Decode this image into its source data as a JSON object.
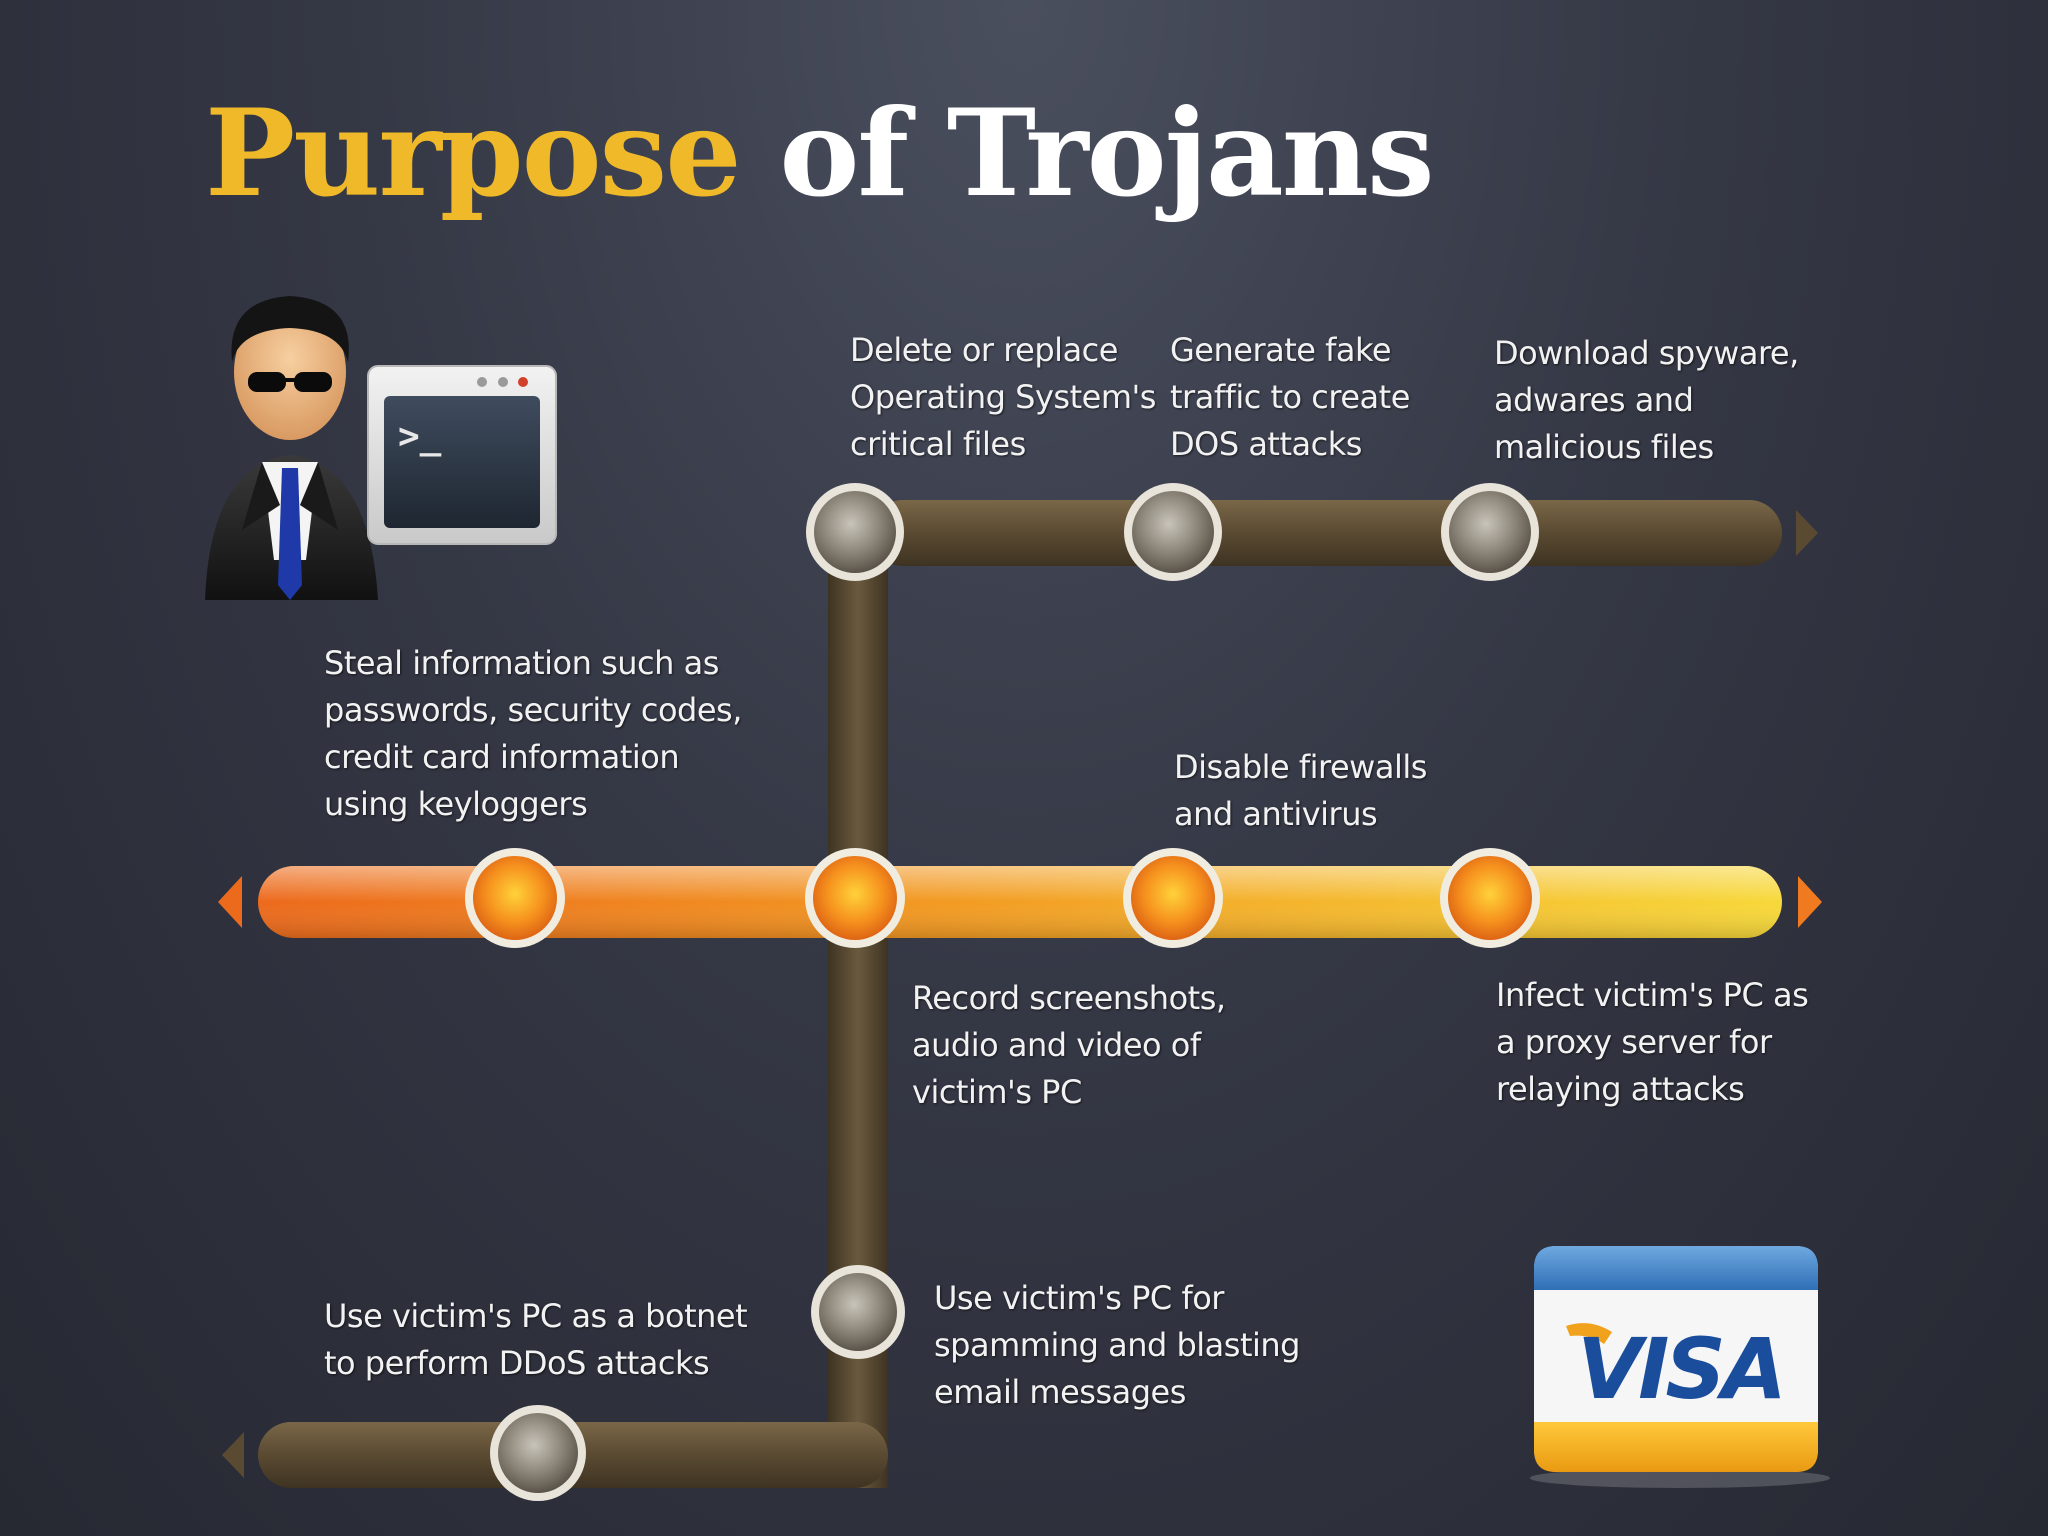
{
  "title": {
    "part1": "Purpose",
    "part2": "of Trojans"
  },
  "colors": {
    "accent": "#f0b929",
    "orange": "#ef7a1e",
    "yellow": "#f5d030",
    "track_brown": "#5e4e36",
    "node_gray": "#8a8680"
  },
  "icons": {
    "hacker": "hacker-avatar-icon",
    "terminal": "terminal-window-icon",
    "card": "visa-card-icon"
  },
  "terminal": {
    "prompt": ">_"
  },
  "card": {
    "brand": "VISA"
  },
  "labels": {
    "delete_files": "Delete or replace\nOperating System's\ncritical files",
    "fake_traffic": "Generate fake\ntraffic to create\nDOS attacks",
    "spyware": "Download spyware,\nadwares and\nmalicious files",
    "steal_info": "Steal information such as\npasswords, security codes,\ncredit card information\nusing keyloggers",
    "disable_firewall": "Disable firewalls\nand antivirus",
    "record": "Record screenshots,\naudio and video of\nvictim's PC",
    "proxy": "Infect victim's PC as\na proxy server for\nrelaying attacks",
    "botnet": "Use victim's PC as a botnet\nto perform DDoS attacks",
    "spam": "Use victim's PC for\nspamming and blasting\nemail messages"
  }
}
